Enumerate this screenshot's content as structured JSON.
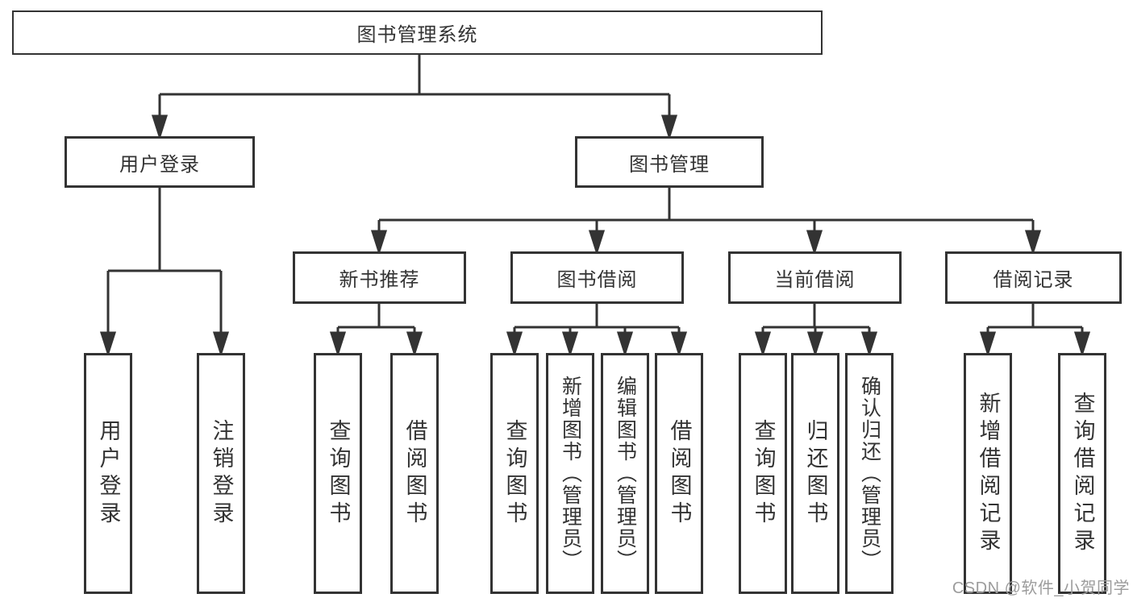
{
  "diagram": {
    "title": "图书管理系统",
    "colors": {
      "line": "#333333",
      "box_border": "#333333",
      "text": "#333333",
      "watermark": "#9c9c9c",
      "background": "#ffffff"
    },
    "tree": {
      "root": {
        "label": "图书管理系统"
      },
      "branches": [
        {
          "label": "用户登录",
          "children": [
            {
              "label": "用户登录"
            },
            {
              "label": "注销登录"
            }
          ]
        },
        {
          "label": "图书管理",
          "children": [
            {
              "label": "新书推荐",
              "children": [
                {
                  "label": "查询图书"
                },
                {
                  "label": "借阅图书"
                }
              ]
            },
            {
              "label": "图书借阅",
              "children": [
                {
                  "label": "查询图书"
                },
                {
                  "label": "新增图书（管理员）"
                },
                {
                  "label": "编辑图书（管理员）"
                },
                {
                  "label": "借阅图书"
                }
              ]
            },
            {
              "label": "当前借阅",
              "children": [
                {
                  "label": "查询图书"
                },
                {
                  "label": "归还图书"
                },
                {
                  "label": "确认归还（管理员）"
                }
              ]
            },
            {
              "label": "借阅记录",
              "children": [
                {
                  "label": "新增借阅记录"
                },
                {
                  "label": "查询借阅记录"
                }
              ]
            }
          ]
        }
      ]
    },
    "watermark": {
      "text": "CSDN @软件_小贺同学"
    }
  }
}
